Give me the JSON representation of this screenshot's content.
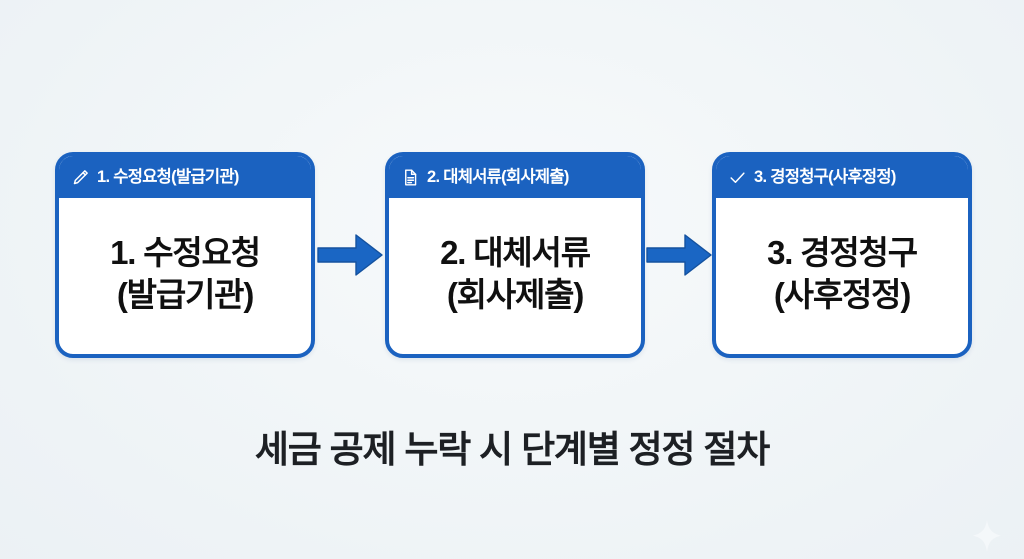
{
  "background": {
    "color": "#f1f5f8",
    "accent": "#1b62c0",
    "text_color": "#101010"
  },
  "flow": {
    "steps": [
      {
        "header_icon": "pencil-icon",
        "header_label": "1. 수정요청(발급기관)",
        "body_line1": "1. 수정요청",
        "body_line2": "(발급기관)"
      },
      {
        "header_icon": "document-icon",
        "header_label": "2. 대체서류(회사제출)",
        "body_line1": "2. 대체서류",
        "body_line2": "(회사제출)"
      },
      {
        "header_icon": "check-icon",
        "header_label": "3. 경정청구(사후정정)",
        "body_line1": "3. 경정청구",
        "body_line2": "(사후정정)"
      }
    ],
    "arrows": [
      {
        "name": "arrow-step1-to-step2",
        "direction": "right"
      },
      {
        "name": "arrow-step2-to-step3",
        "direction": "right"
      }
    ]
  },
  "caption": {
    "text": "세금 공제 누락 시 단계별 정정 절차"
  },
  "watermark": {
    "icon": "sparkle-icon"
  }
}
